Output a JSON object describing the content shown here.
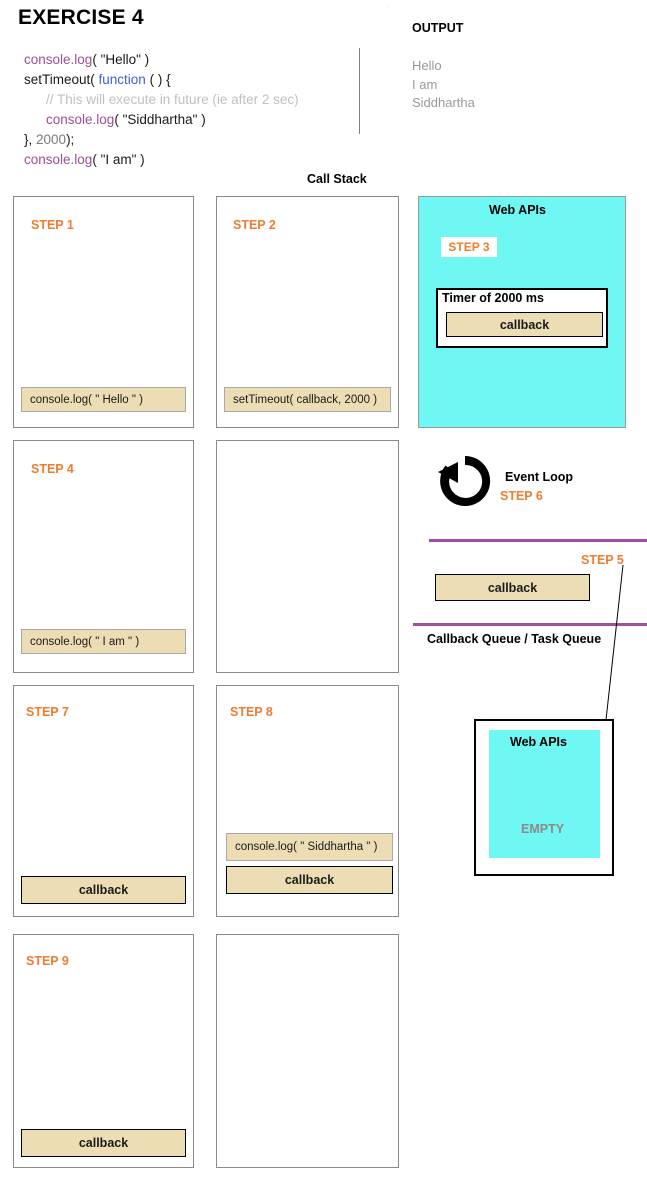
{
  "header": {
    "title": "EXERCISE  4",
    "corner_tick": "·",
    "code": {
      "line1_a": "console",
      "line1_b": ".log",
      "line1_c": "( \"Hello\" )",
      "line2_a": "setTimeout( ",
      "line2_b": "function",
      "line2_c": " ( ) {",
      "line3_comment": "// This will execute in future (ie after 2 sec)",
      "line4_a": "console",
      "line4_b": ".log",
      "line4_c": "( \"Siddhartha\" )",
      "line5_a": "}, ",
      "line5_b": "2000",
      "line5_c": ");",
      "line6_a": "console",
      "line6_b": ".log",
      "line6_c": "( \"I am\" )"
    },
    "output_title": "OUTPUT",
    "output_lines": [
      "Hello",
      "I am",
      "Siddhartha"
    ]
  },
  "call_stack_label": "Call Stack",
  "steps": [
    {
      "id": "step-1",
      "label": "STEP 1",
      "frames": [
        {
          "text": "console.log( \" Hello \" )",
          "style": "code"
        }
      ]
    },
    {
      "id": "step-2",
      "label": "STEP 2",
      "frames": [
        {
          "text": "setTimeout( callback, 2000 )",
          "style": "code"
        }
      ]
    },
    {
      "id": "step-4",
      "label": "STEP 4",
      "frames": [
        {
          "text": "console.log( \" I am \" )",
          "style": "code"
        }
      ]
    },
    {
      "id": "step-empty-a",
      "label": "",
      "frames": []
    },
    {
      "id": "step-7",
      "label": "STEP 7",
      "frames": [
        {
          "text": "callback",
          "style": "centered-dark"
        }
      ]
    },
    {
      "id": "step-8",
      "label": "STEP 8",
      "frames": [
        {
          "text": "console.log( \" Siddhartha \" )",
          "style": "code"
        },
        {
          "text": "callback",
          "style": "centered-dark"
        }
      ]
    },
    {
      "id": "step-9",
      "label": "STEP 9",
      "frames": [
        {
          "text": "callback",
          "style": "centered-dark"
        }
      ]
    },
    {
      "id": "step-empty-b",
      "label": "",
      "frames": []
    }
  ],
  "web_apis_top": {
    "title": "Web APIs",
    "step_badge": "STEP 3",
    "timer_label": "Timer of 2000 ms",
    "timer_callback": "callback",
    "bg_color": "#6ff7f4"
  },
  "event_loop": {
    "icon": "circular-arrow-icon",
    "label": "Event Loop",
    "step_label": "STEP 6"
  },
  "callback_queue": {
    "step_label": "STEP 5",
    "item": "callback",
    "name": "Callback Queue / Task Queue",
    "line_color": "#9e4f9e"
  },
  "web_apis_empty": {
    "title": "Web APIs",
    "status": "EMPTY",
    "bg_color": "#6ff7f4"
  },
  "colors": {
    "step_accent": "#ed7d31",
    "frame_fill": "#ecddb4",
    "cyan": "#6ff7f4",
    "purple": "#9e4f9e",
    "muted_text": "#9a9a9a"
  }
}
